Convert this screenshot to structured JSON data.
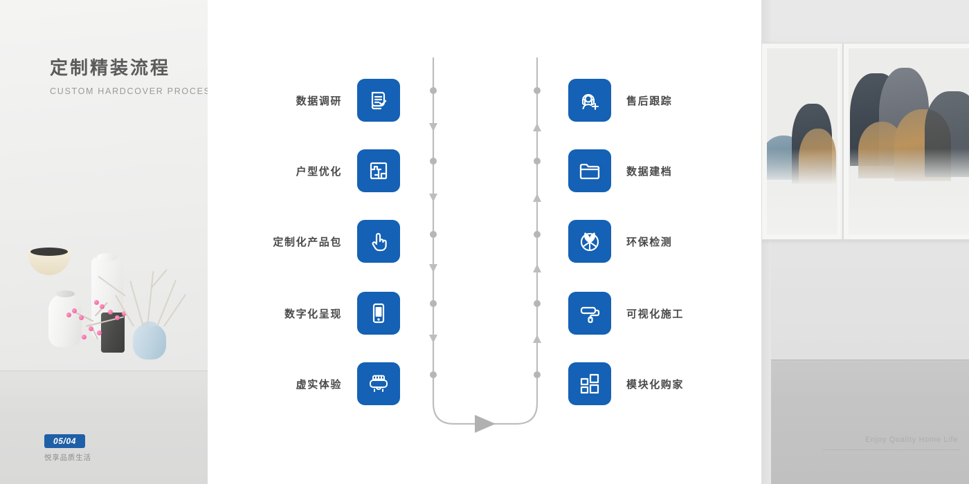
{
  "header": {
    "title_cn": "定制精装流程",
    "title_en": "CUSTOM HARDCOVER PROCESS"
  },
  "badge": {
    "number": "05/04",
    "slogan": "悦享品质生活",
    "color": "#1f5fa8"
  },
  "theme": {
    "tile_blue": "#1461b5",
    "line_grey": "#b9b9b9",
    "label_grey": "#4a4a4a"
  },
  "flow": {
    "left_column": [
      {
        "label": "数据调研",
        "icon": "document-check-icon"
      },
      {
        "label": "户型优化",
        "icon": "floorplan-icon"
      },
      {
        "label": "定制化产品包",
        "icon": "hand-pointer-icon"
      },
      {
        "label": "数字化呈现",
        "icon": "mobile-phone-icon"
      },
      {
        "label": "虚实体验",
        "icon": "vr-headset-icon"
      }
    ],
    "right_column": [
      {
        "label": "售后跟踪",
        "icon": "support-agent-add-icon"
      },
      {
        "label": "数据建档",
        "icon": "folder-icon"
      },
      {
        "label": "环保检测",
        "icon": "eco-leaf-icon"
      },
      {
        "label": "可视化施工",
        "icon": "paint-roller-icon"
      },
      {
        "label": "模块化购家",
        "icon": "modular-blocks-icon"
      }
    ],
    "direction_note": "left column flows downward, right column flows upward"
  },
  "decor": {
    "watermark": "Enjoy Quality Home Life",
    "left_scene": "still-life-vases-plum-blossom",
    "right_scene": "framed-mountain-paintings"
  }
}
